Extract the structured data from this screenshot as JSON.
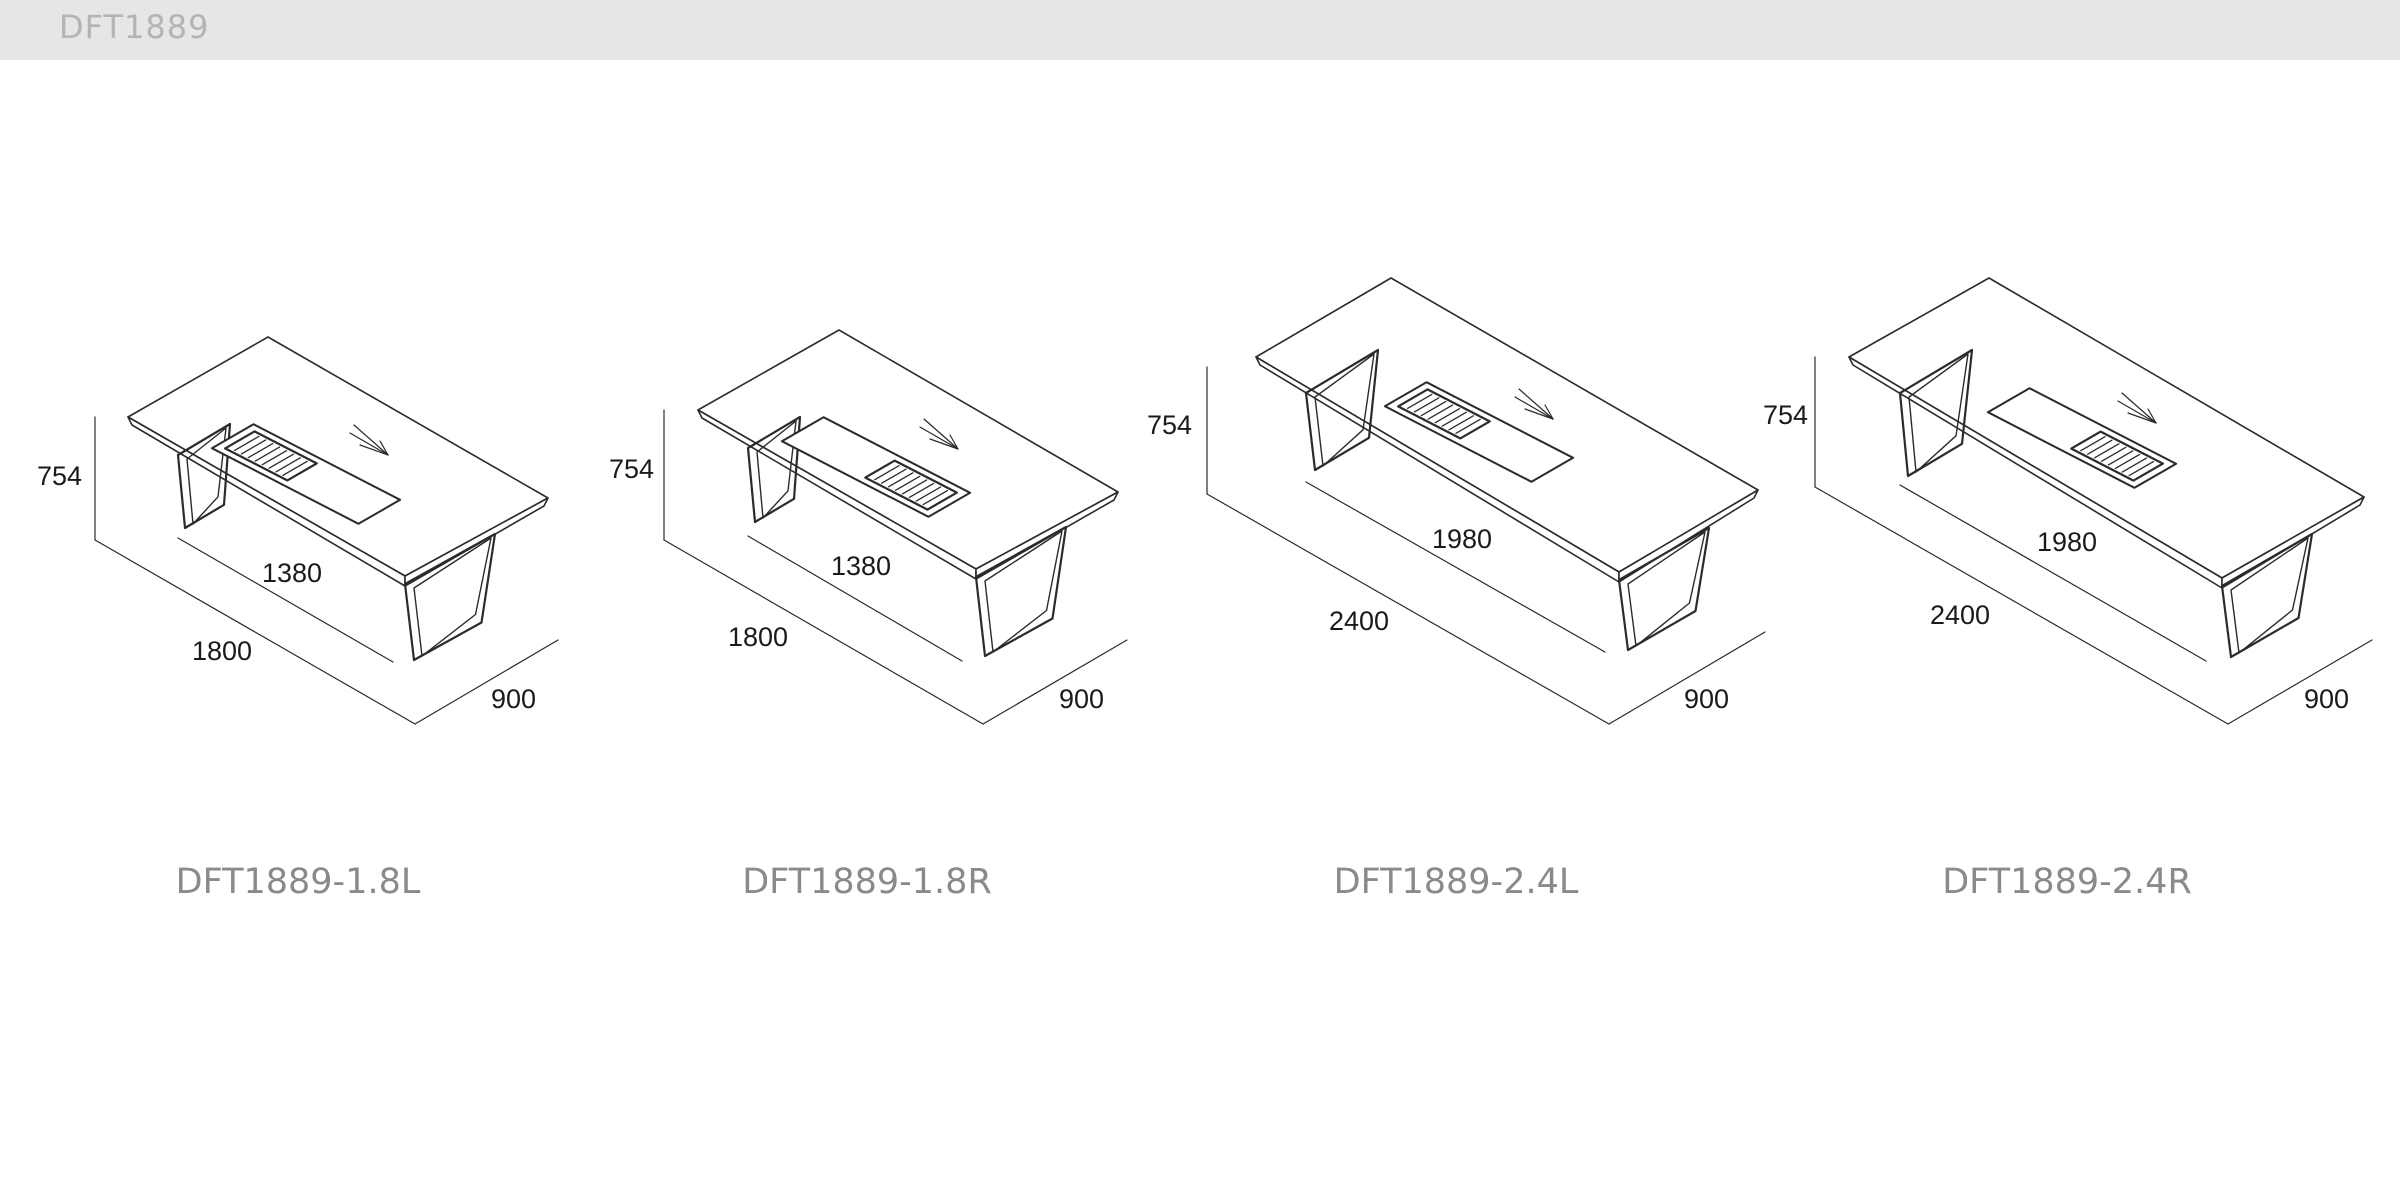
{
  "header": {
    "title": "DFT1889"
  },
  "models": [
    {
      "label": "DFT1889-1.8L",
      "height": "754",
      "inner_length": "1380",
      "length": "1800",
      "depth": "900",
      "tray_side": "left"
    },
    {
      "label": "DFT1889-1.8R",
      "height": "754",
      "inner_length": "1380",
      "length": "1800",
      "depth": "900",
      "tray_side": "right"
    },
    {
      "label": "DFT1889-2.4L",
      "height": "754",
      "inner_length": "1980",
      "length": "2400",
      "depth": "900",
      "tray_side": "left"
    },
    {
      "label": "DFT1889-2.4R",
      "height": "754",
      "inner_length": "1980",
      "length": "2400",
      "depth": "900",
      "tray_side": "right"
    }
  ],
  "colors": {
    "line": "#2b2b2b",
    "label": "#8a8a8a",
    "header_bg": "#e6e6e6",
    "header_text": "#b4b4b4"
  }
}
